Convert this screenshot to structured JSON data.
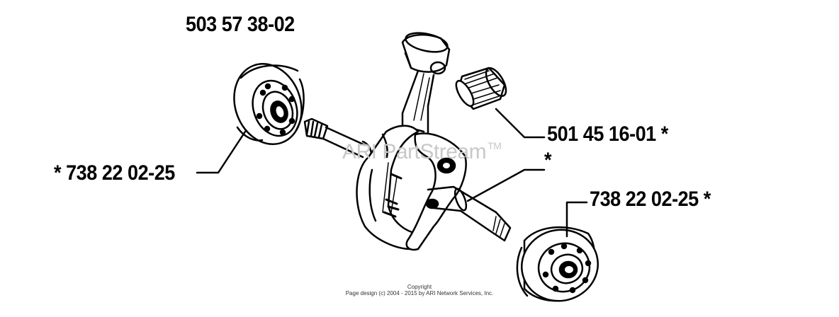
{
  "labels": {
    "top_part": "503 57 38-02",
    "left_bearing": "*  738 22 02-25",
    "needle_bearing": "501 45 16-01  *",
    "asterisk_mid": "*",
    "right_bearing": "738 22 02-25  *"
  },
  "watermark": {
    "text": "ARI PartStream",
    "tm": "TM"
  },
  "copyright": {
    "line1": "Copyright",
    "line2": "Page design (c) 2004 - 2015 by ARI Network Services, Inc."
  }
}
